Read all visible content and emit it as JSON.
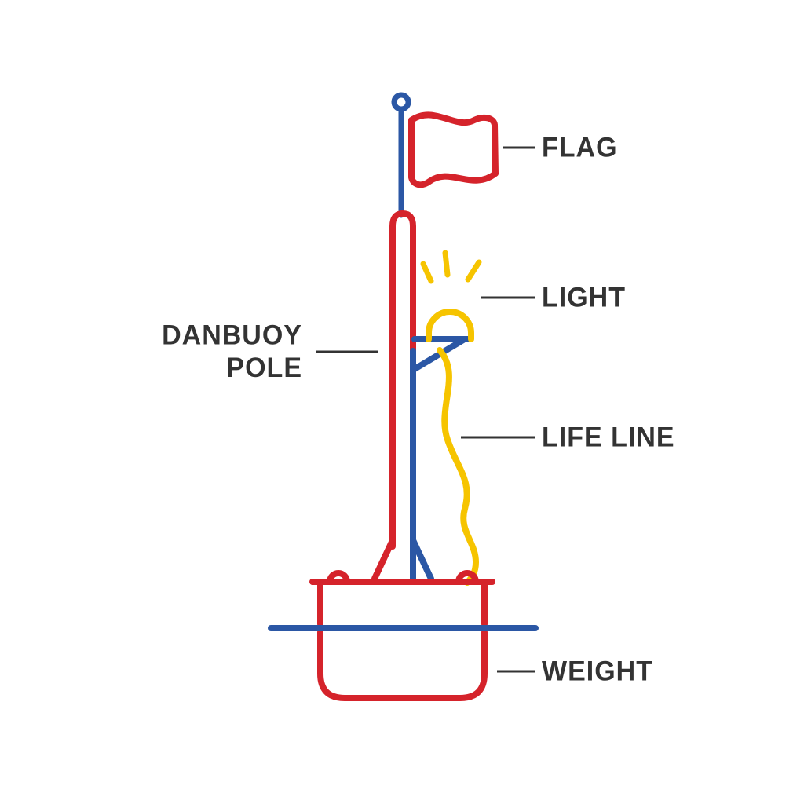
{
  "page": {
    "background": "#ffffff",
    "subject": "danbuoy parts diagram"
  },
  "colors": {
    "red": "#d5232b",
    "blue": "#2b57a5",
    "yellow": "#f6c400",
    "text": "#333333"
  },
  "labels": {
    "flag": "FLAG",
    "light": "LIGHT",
    "danbuoy_pole_line1": "DANBUOY",
    "danbuoy_pole_line2": "POLE",
    "life_line": "LIFE LINE",
    "weight": "WEIGHT"
  }
}
